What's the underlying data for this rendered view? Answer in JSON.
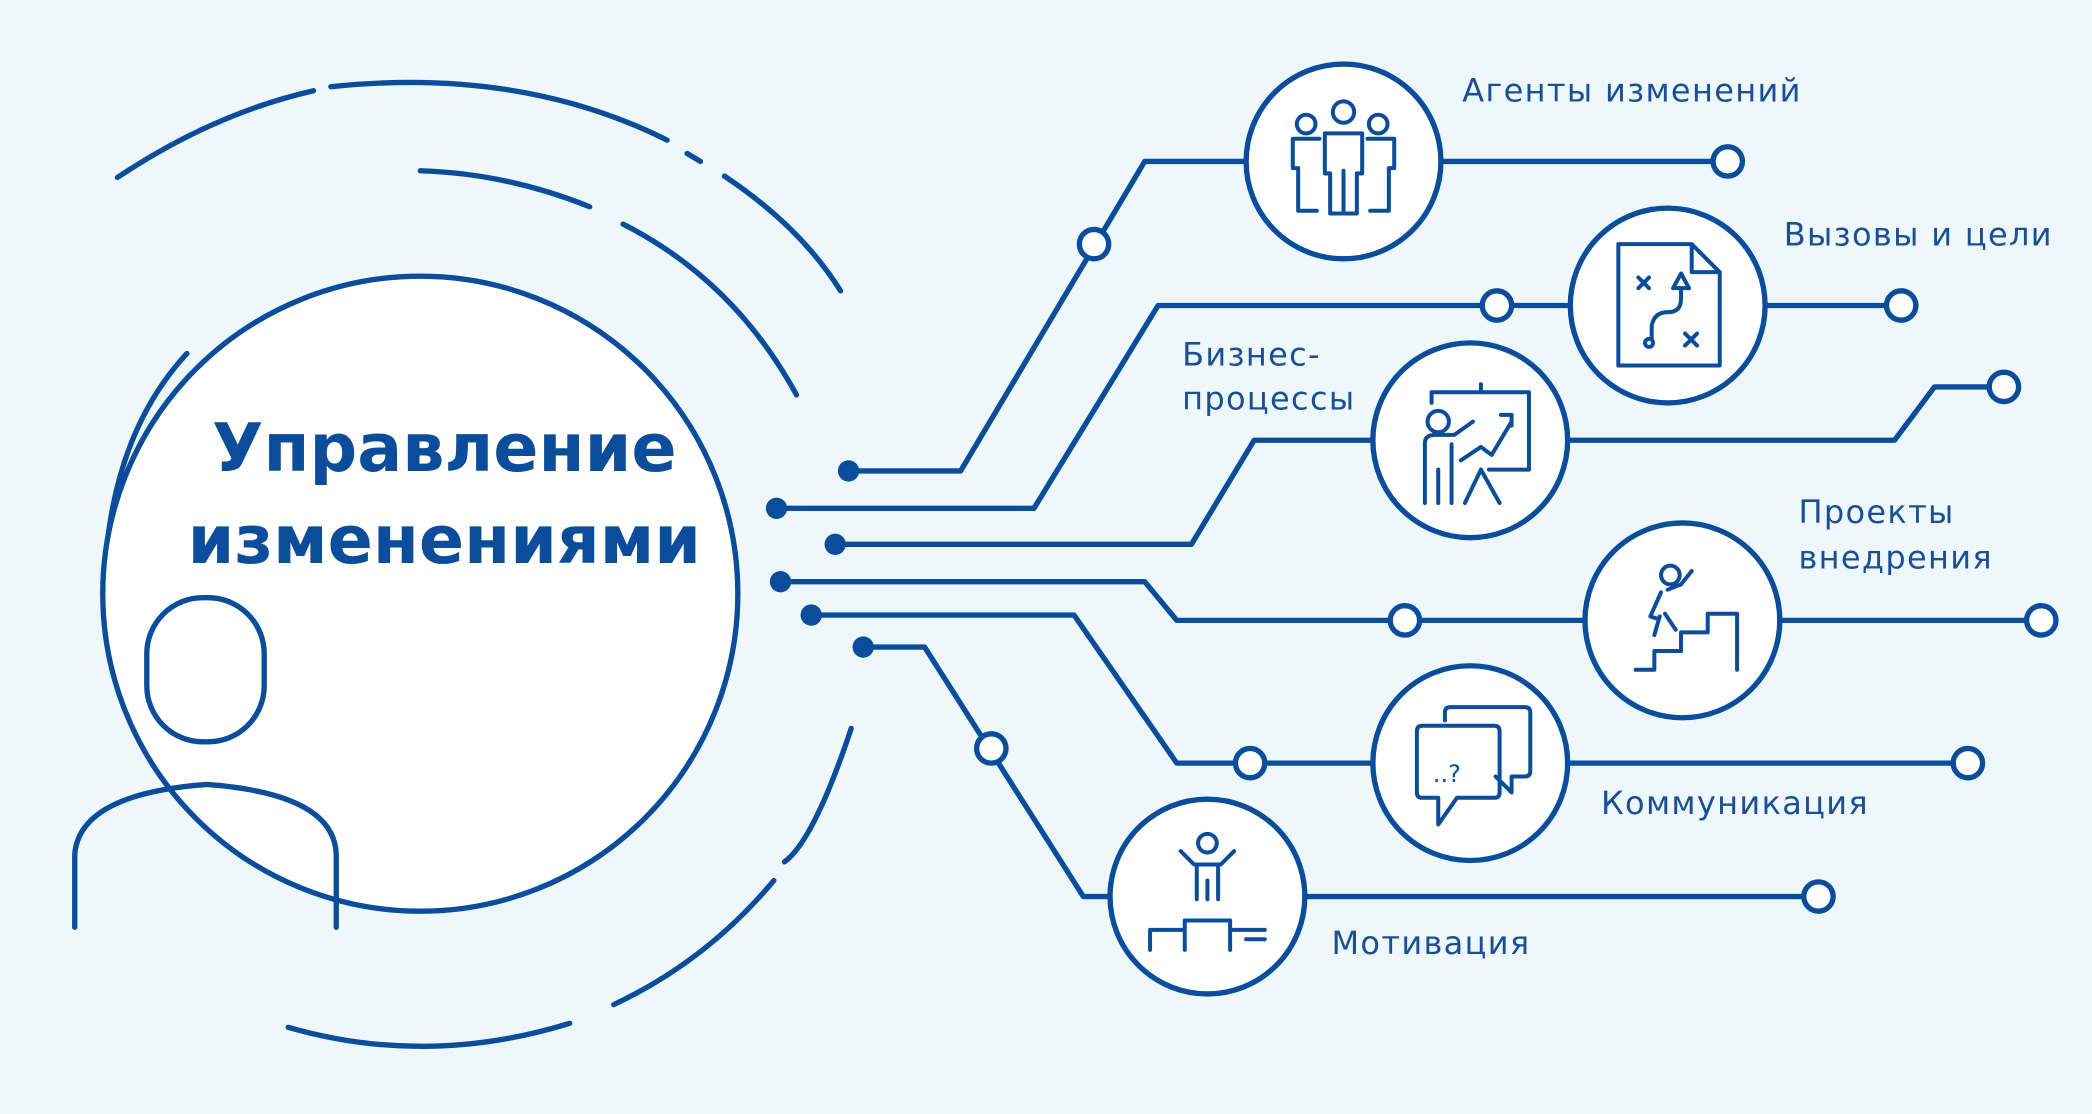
{
  "title": {
    "line1": "Управление",
    "line2": "изменениями"
  },
  "nodes": [
    {
      "id": "agents",
      "label": [
        "Агенты изменений"
      ],
      "icon": "people-group-icon"
    },
    {
      "id": "challenges",
      "label": [
        "Вызовы и цели"
      ],
      "icon": "strategy-plan-icon"
    },
    {
      "id": "processes",
      "label": [
        "Бизнес-",
        "процессы"
      ],
      "icon": "presentation-growth-icon"
    },
    {
      "id": "projects",
      "label": [
        "Проекты",
        "внедрения"
      ],
      "icon": "climbing-stairs-icon"
    },
    {
      "id": "communication",
      "label": [
        "Коммуникация"
      ],
      "icon": "chat-bubbles-icon"
    },
    {
      "id": "motivation",
      "label": [
        "Мотивация"
      ],
      "icon": "winner-podium-icon"
    }
  ],
  "colors": {
    "primary": "#0b4c9b",
    "background": "#eef7fc"
  }
}
